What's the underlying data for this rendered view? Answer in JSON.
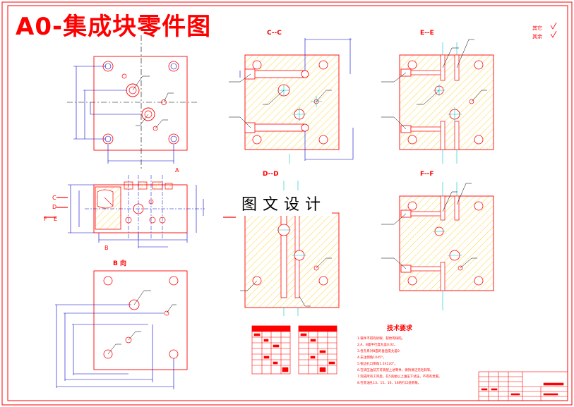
{
  "title": "A0-集成块零件图",
  "watermark": "图文设计",
  "views": {
    "section_cc": "C--C",
    "section_ee": "E--E",
    "section_dd": "D--D",
    "section_ff": "F--F",
    "view_b": "B 向"
  },
  "front_labels": {
    "c": "C",
    "d": "D",
    "f": "F",
    "e": "E",
    "a": "A",
    "b": "B"
  },
  "roughness": {
    "label1": "其它",
    "label2": "其余"
  },
  "tech": {
    "heading": "技术要求",
    "notes": [
      "1.铸件不得有砂眼、裂纹等缺陷。",
      "2.A、B面平行度允差0.02。",
      "3.各孔系对B面的垂直度允差0.",
      "4.未注倒角1X45°。",
      "5.锐边孔口倒角1.5X120°。",
      "6.在研压油前方可装配上述零件，保持清洁无毛刺等。",
      "7.完成所有工序后，在5兆帕以上油压下试压，不得有泄漏。",
      "8.在装油孔13、15、16、18的孔口处倒角。"
    ]
  },
  "colors": {
    "line": "#ff0000",
    "hatch": "#ffcc00",
    "dim": "#0000cc",
    "center": "#000000",
    "axis": "#00c8c8"
  }
}
